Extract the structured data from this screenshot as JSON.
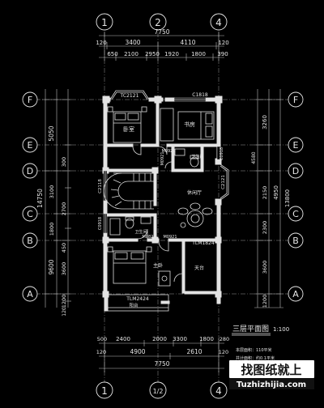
{
  "axes": {
    "top": [
      "1",
      "2",
      "4"
    ],
    "bottom": [
      "1",
      "1/2",
      "4"
    ],
    "left": [
      "F",
      "E",
      "D",
      "C",
      "B",
      "A"
    ],
    "right": [
      "F",
      "E",
      "D",
      "C",
      "B",
      "A"
    ]
  },
  "dims": {
    "top_total": "7750",
    "top_row1": [
      "120",
      "3400",
      "4110",
      "120"
    ],
    "top_row2": [
      "650",
      "2100",
      "2950",
      "1920",
      "1800",
      "390"
    ],
    "bottom_row1": [
      "2400",
      "2000",
      "3300",
      "1800",
      "280"
    ],
    "bottom_row2": [
      "120",
      "4900",
      "2610",
      "120"
    ],
    "bottom_total": "7750",
    "left_outer": [
      "5050",
      "14750",
      "9600"
    ],
    "left_inner": [
      "300",
      "3100",
      "2700",
      "1800",
      "450",
      "3600",
      "1200",
      "120"
    ],
    "right_outer": [
      "3260",
      "4950",
      "13800"
    ],
    "right_inner": [
      "4580",
      "2150",
      "2300",
      "3600",
      "1200"
    ]
  },
  "rooms": {
    "bedroom": "卧室",
    "study": "书房",
    "master_bedroom": "主卧",
    "bathroom": "卫生间",
    "leisure_hall": "休闲厅",
    "terrace": "天台",
    "balcony": "阳台"
  },
  "openings": {
    "w1": "TC2121",
    "w2": "C1818",
    "w3": "C2118",
    "w4": "C2121",
    "w5": "C0918",
    "w6": "TLM1824",
    "w7": "TLM2424",
    "w8": "C0918",
    "d1": "M0921",
    "d2": "M0821",
    "d3": "M0921",
    "d4": "M0921"
  },
  "title": "三层平面图",
  "scale": "1:100",
  "notes": [
    "本层面积：110平米",
    "共计面积：约0.1平米"
  ],
  "watermark": {
    "text": "找图纸就上",
    "url": "Tuzhizhijia.com"
  }
}
